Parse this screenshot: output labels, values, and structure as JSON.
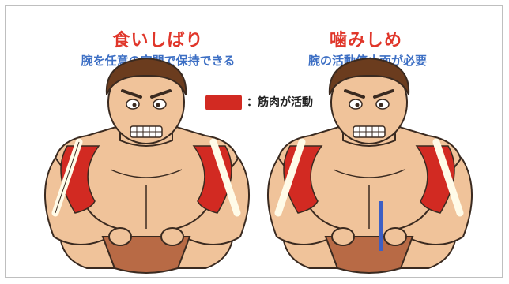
{
  "left_panel": {
    "title": "食いしばり",
    "subtitle": "腕を任意の空間で保持できる"
  },
  "right_panel": {
    "title": "噛みしめ",
    "subtitle": "腕の活動停止面が必要"
  },
  "legend": {
    "label": "：筋肉が活動",
    "swatch_color": "#d22a22"
  },
  "colors": {
    "title": "#e0362a",
    "subtitle": "#3d6fc4",
    "skin": "#f0c39a",
    "hair": "#6b3c1e",
    "trunks": "#b86a45",
    "marker_line": "#3d5fc4"
  }
}
